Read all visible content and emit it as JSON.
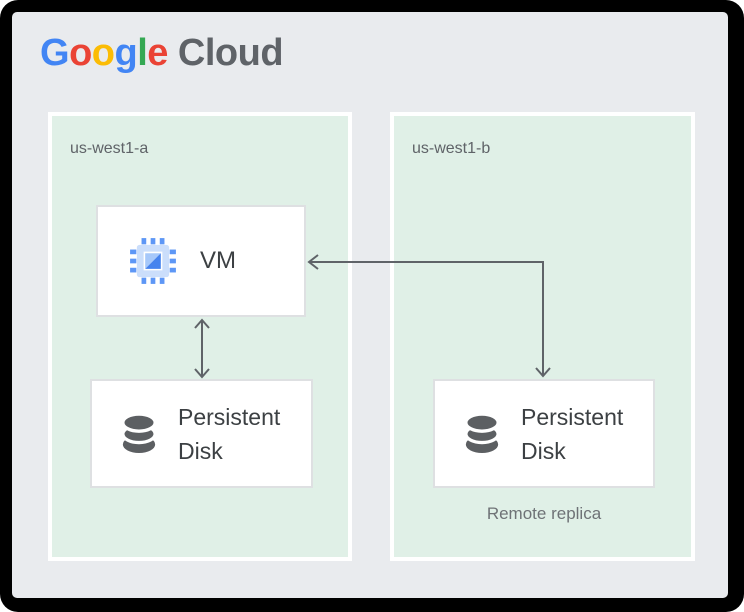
{
  "logo": {
    "brand_letters": [
      {
        "char": "G",
        "color": "#4285F4"
      },
      {
        "char": "o",
        "color": "#EA4335"
      },
      {
        "char": "o",
        "color": "#FBBC05"
      },
      {
        "char": "g",
        "color": "#4285F4"
      },
      {
        "char": "l",
        "color": "#34A853"
      },
      {
        "char": "e",
        "color": "#EA4335"
      }
    ],
    "product": "Cloud",
    "product_color": "#5F6368"
  },
  "diagram": {
    "zones": [
      {
        "label": "us-west1-a",
        "nodes": {
          "vm": {
            "label": "VM",
            "icon": "compute-engine-icon"
          },
          "disk": {
            "label": "Persistent Disk",
            "icon": "persistent-disk-icon"
          }
        }
      },
      {
        "label": "us-west1-b",
        "nodes": {
          "disk": {
            "label": "Persistent Disk",
            "icon": "persistent-disk-icon"
          }
        },
        "caption": "Remote replica"
      }
    ],
    "connections": [
      {
        "from": "vm-us-west1-a",
        "to": "persistent-disk-us-west1-a",
        "style": "straight-vertical",
        "arrowheads": "both"
      },
      {
        "from": "persistent-disk-us-west1-b",
        "to": "vm-us-west1-a",
        "style": "elbow",
        "arrowheads": "both"
      }
    ],
    "colors": {
      "frame": "#000000",
      "background": "#E9EBEE",
      "zone_fill": "#E0F0E7",
      "zone_border": "#FFFFFF",
      "node_fill": "#FFFFFF",
      "node_border": "#DEE0E2",
      "arrow": "#5F6368",
      "zone_label": "#5F6368",
      "node_text": "#3C4043",
      "caption_text": "#6E7276",
      "disk_icon": "#5C5F62",
      "vm_icon_pin": "#5E97F6",
      "vm_icon_body": "#CBDEFB",
      "vm_icon_light": "#A6C8FA",
      "vm_icon_dark": "#4683EE"
    }
  }
}
